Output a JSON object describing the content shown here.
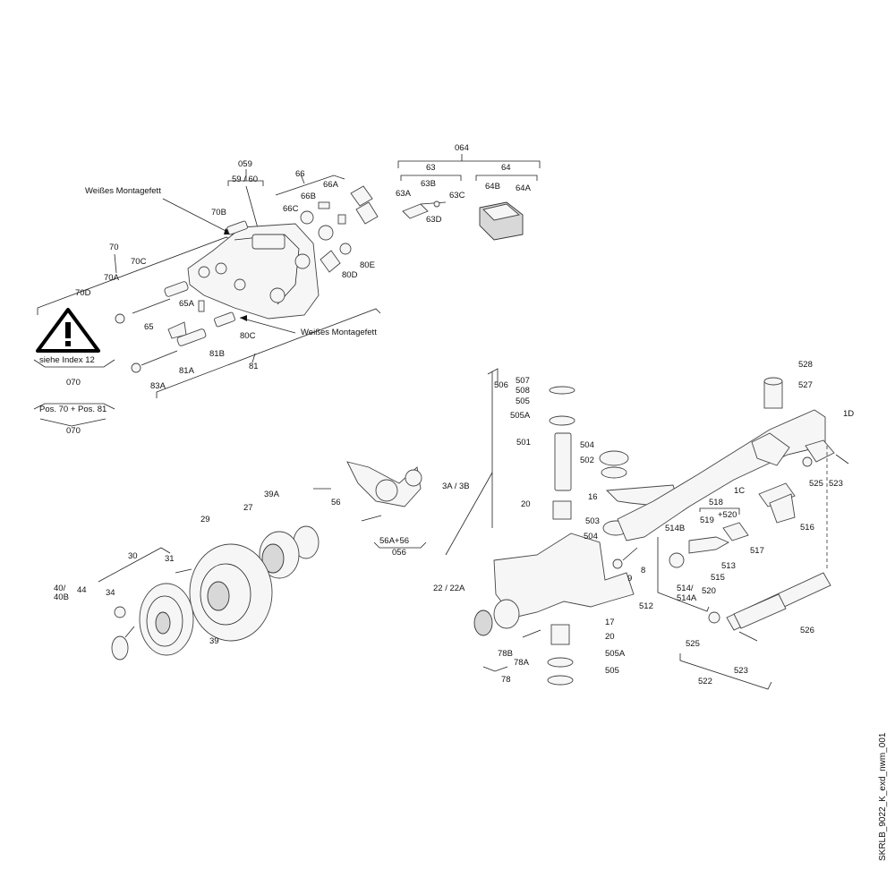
{
  "labels": {
    "l064": "064",
    "l63": "63",
    "l64": "64",
    "l63A": "63A",
    "l63B": "63B",
    "l63C": "63C",
    "l63D": "63D",
    "l64B": "64B",
    "l64A": "64A",
    "l059": "059",
    "l5960": "59 / 60",
    "l66": "66",
    "l66A": "66A",
    "l66B": "66B",
    "l66C": "66C",
    "l70B": "70B",
    "l70": "70",
    "l70C": "70C",
    "l70A": "70A",
    "l70D": "70D",
    "l65A": "65A",
    "l65": "65",
    "l80E": "80E",
    "l80D": "80D",
    "l80C": "80C",
    "l81B": "81B",
    "l81A": "81A",
    "l81": "81",
    "l83A": "83A",
    "l070a": "070",
    "l070b": "070",
    "pos7081": "Pos. 70 + Pos. 81",
    "siehe": "siehe Index 12",
    "grease1": "Weißes Montagefett",
    "grease2": "Weißes Montagefett",
    "l56": "56",
    "l56A56": "56A+56",
    "l056": "056",
    "l39A": "39A",
    "l29": "29",
    "l27": "27",
    "l30": "30",
    "l31": "31",
    "l4040B": "40/\n40B",
    "l40": "40/",
    "l40B": "40B",
    "l44": "44",
    "l34": "34",
    "l39": "39",
    "l506": "506",
    "l507": "507",
    "l508": "508",
    "l505a": "505",
    "l505Aa": "505A",
    "l501": "501",
    "l504a": "504",
    "l502": "502",
    "l3A3B": "3A / 3B",
    "l20a": "20",
    "l16": "16",
    "l503": "503",
    "l504b": "504",
    "l8": "8",
    "l9": "9",
    "l2222A": "22 / 22A",
    "l17": "17",
    "l20b": "20",
    "l78B": "78B",
    "l78A": "78A",
    "l78": "78",
    "l505Ab": "505A",
    "l505b": "505",
    "l528": "528",
    "l527": "527",
    "l1D": "1D",
    "l525a": "525",
    "l523a": "523",
    "l1C": "1C",
    "l516": "516",
    "l518": "518",
    "l519": "519",
    "l520p": "+520",
    "l517": "517",
    "l514B": "514B",
    "l513": "513",
    "l515": "515",
    "l514": "514/",
    "l514A": "514A",
    "l520": "520",
    "l512": "512",
    "l525b": "525",
    "l526": "526",
    "l523b": "523",
    "l522": "522"
  },
  "drawing_id": "SKRLB_9022_K_exd_nwm_001",
  "warning_icon": "warning-triangle-icon"
}
